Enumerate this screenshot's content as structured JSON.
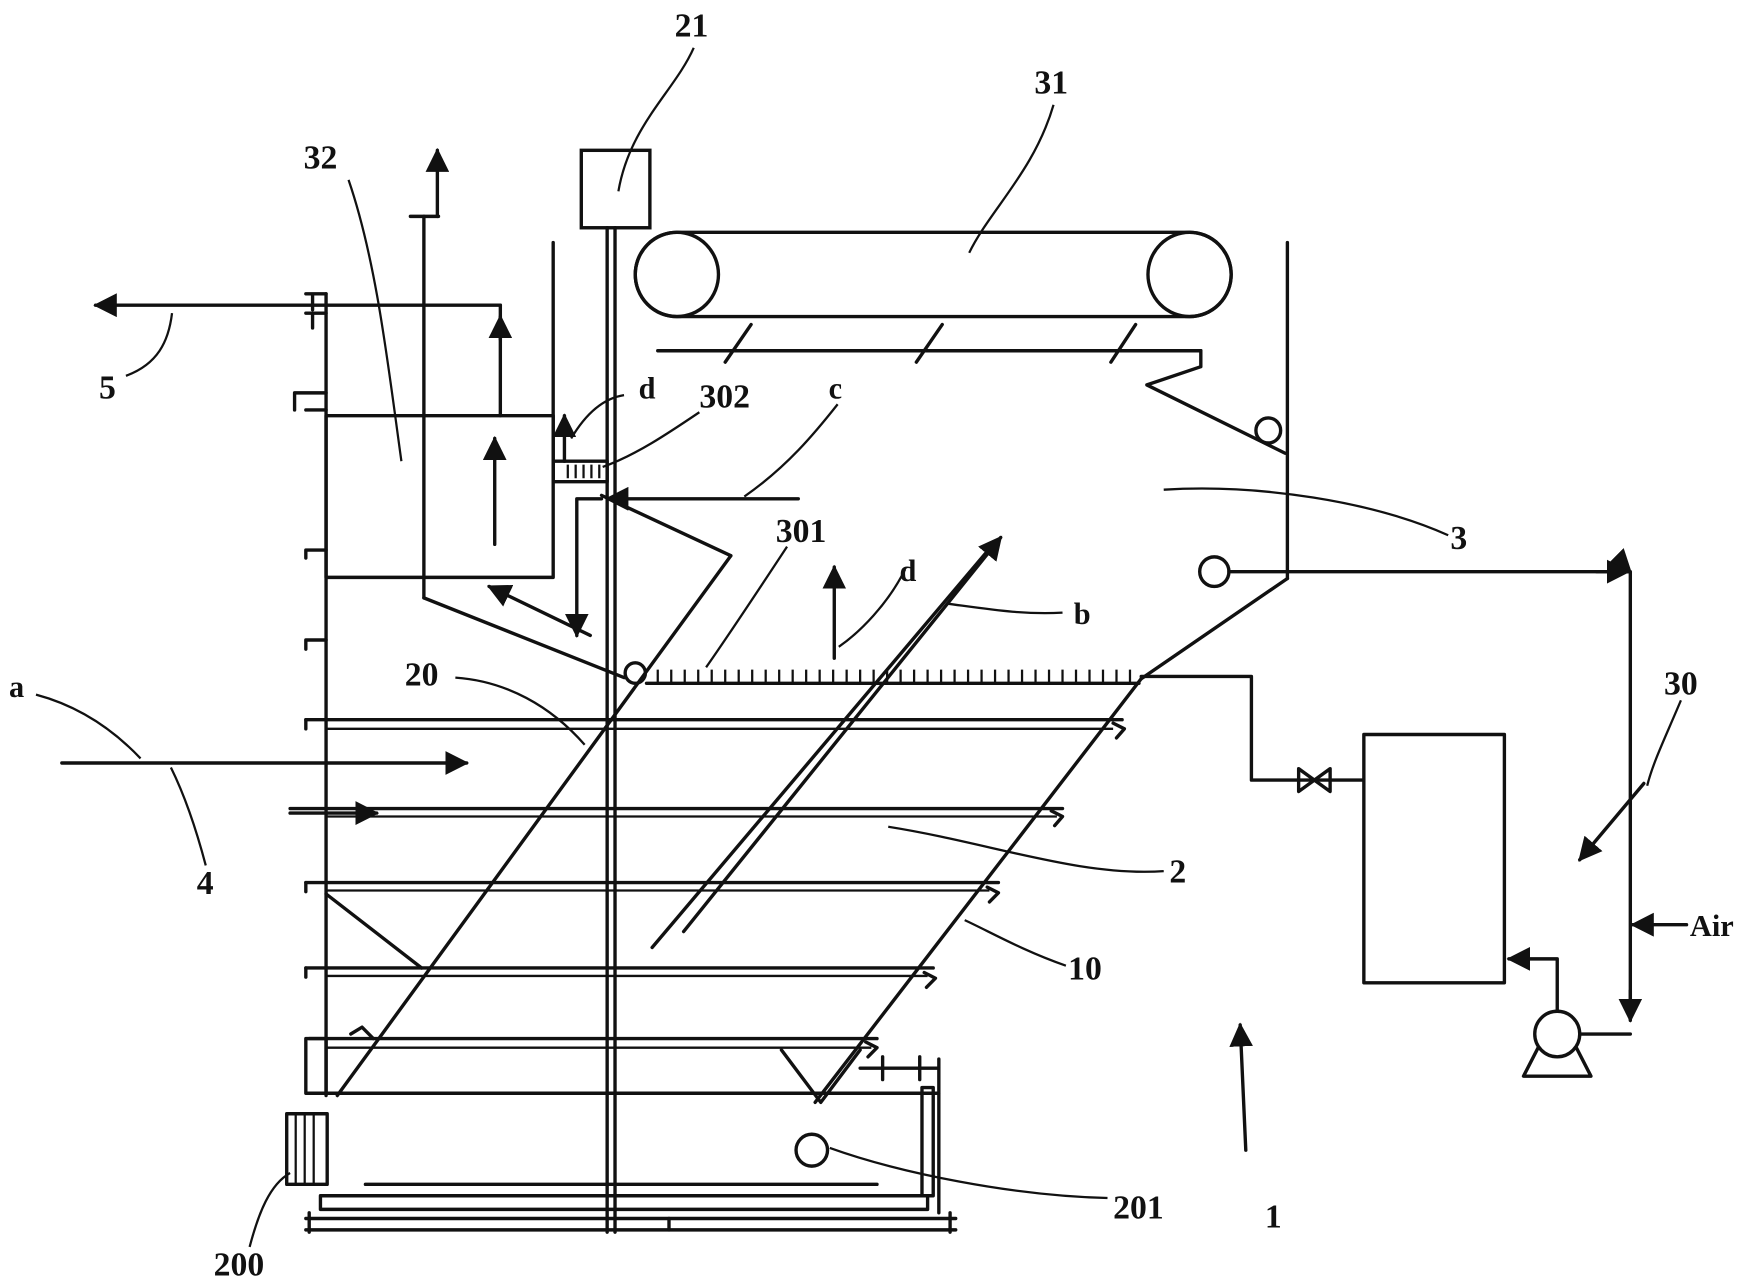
{
  "labels": {
    "n1": "1",
    "n2": "2",
    "n3": "3",
    "n4": "4",
    "n5": "5",
    "n10": "10",
    "n20": "20",
    "n21": "21",
    "n30": "30",
    "n31": "31",
    "n32": "32",
    "n200": "200",
    "n201": "201",
    "n301": "301",
    "n302": "302",
    "a": "a",
    "b": "b",
    "c": "c",
    "d_upper": "d",
    "d_lower": "d",
    "air": "Air"
  },
  "colors": {
    "line": "#111111",
    "background": "#ffffff"
  }
}
